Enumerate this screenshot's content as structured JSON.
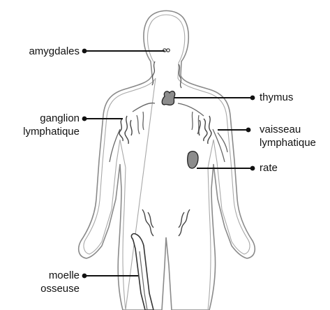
{
  "labels": {
    "amygdales": "amygdales",
    "ganglion_line1": "ganglion",
    "ganglion_line2": "lymphatique",
    "moelle_line1": "moelle",
    "moelle_line2": "osseuse",
    "thymus": "thymus",
    "vaisseau_line1": "vaisseau",
    "vaisseau_line2": "lymphatique",
    "rate": "rate"
  },
  "colors": {
    "outline": "#8a8a8a",
    "organ_fill": "#8c8c8c",
    "organ_stroke": "#222222",
    "pointer": "#111111",
    "text": "#111111"
  }
}
